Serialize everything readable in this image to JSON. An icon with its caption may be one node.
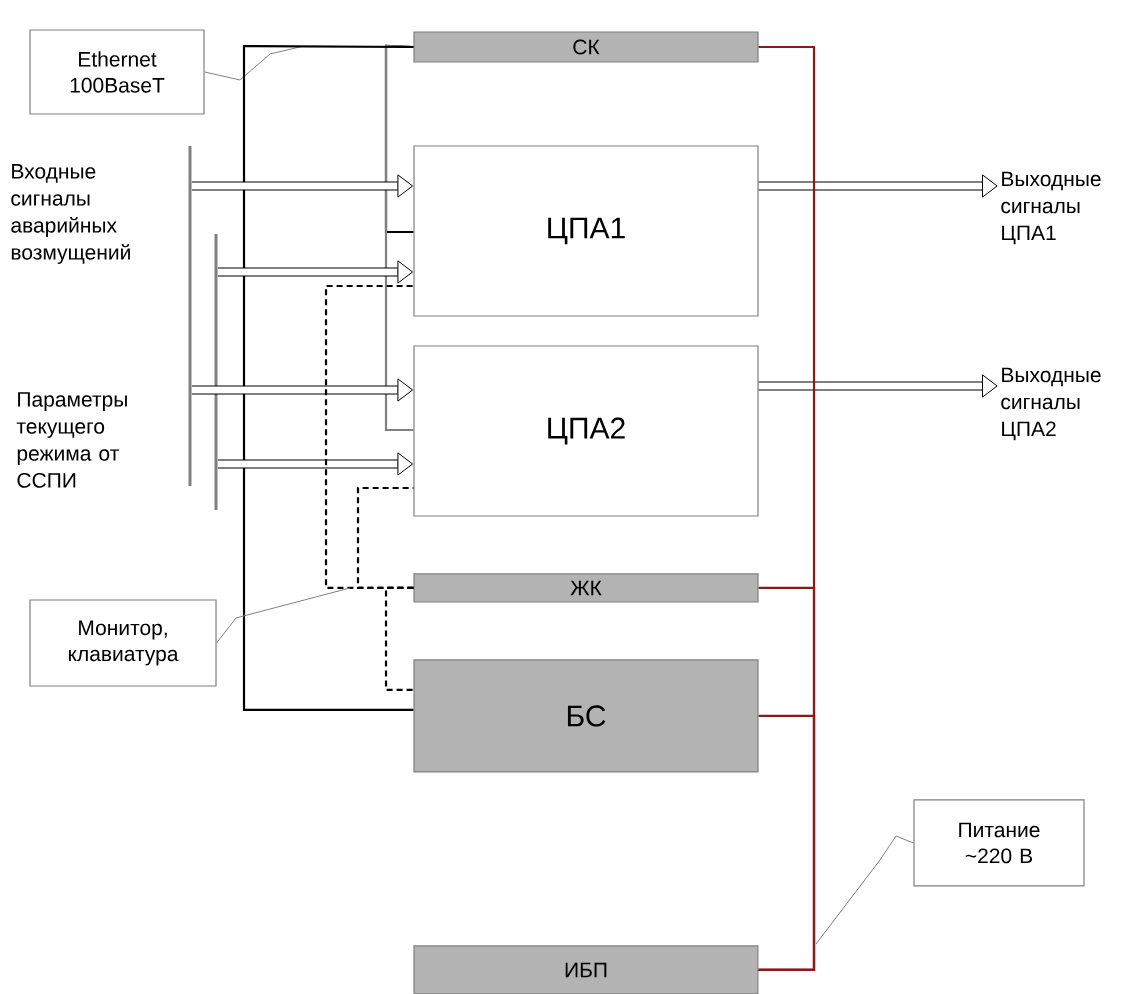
{
  "diagram": {
    "nodes": [
      {
        "text": [
          "Ethernet 100BaseT"
        ]
      },
      {
        "text": [
          "СК"
        ]
      },
      {
        "text": [
          "ЦПА1"
        ]
      },
      {
        "text": [
          "ЦПА2"
        ]
      },
      {
        "text": [
          "ЖК"
        ]
      },
      {
        "text": [
          "БС"
        ]
      },
      {
        "text": [
          "ИБП"
        ]
      },
      {
        "text": [
          "Монитор, клавиатура"
        ]
      },
      {
        "text": [
          "Питание ~220 В"
        ]
      },
      {
        "text": [],
        "shape": "bar"
      },
      {
        "text": [],
        "shape": "bar"
      },
      {
        "text": [
          "Выходные сигналы ЦПА1"
        ]
      },
      {
        "text": [
          "Выходные сигналы ЦПА2"
        ]
      }
    ],
    "edges": [
      {
        "from": 0,
        "to": null,
        "arrow": "none",
        "color": "#808080"
      },
      {
        "from": 1,
        "to": 2,
        "arrow": "none"
      },
      {
        "from": 1,
        "to": 3,
        "arrow": "none",
        "color": "#808080"
      },
      {
        "from": 1,
        "to": 5,
        "arrow": "none"
      },
      {
        "from": 9,
        "to": 2,
        "arrow": "to",
        "style": "thick"
      },
      {
        "from": 9,
        "to": 3,
        "arrow": "to",
        "style": "thick"
      },
      {
        "from": 10,
        "to": 2,
        "arrow": "to",
        "style": "thick"
      },
      {
        "from": 10,
        "to": 3,
        "arrow": "to",
        "style": "thick"
      },
      {
        "from": 2,
        "to": 11,
        "arrow": "to",
        "style": "thick"
      },
      {
        "from": 3,
        "to": 12,
        "arrow": "to",
        "style": "thick"
      },
      {
        "from": 6,
        "to": 1,
        "arrow": "none",
        "color": "#8b1a1a"
      },
      {
        "from": 6,
        "to": 4,
        "arrow": "none",
        "color": "#8b1a1a"
      },
      {
        "from": 6,
        "to": 5,
        "arrow": "none",
        "color": "#8b1a1a"
      },
      {
        "from": 8,
        "to": null,
        "arrow": "none",
        "color": "#808080"
      },
      {
        "from": 4,
        "to": 2,
        "arrow": "none",
        "style": "dashed"
      },
      {
        "from": 4,
        "to": 3,
        "arrow": "none",
        "style": "dashed"
      },
      {
        "from": 4,
        "to": 5,
        "arrow": "none",
        "style": "dashed"
      },
      {
        "from": 7,
        "to": null,
        "arrow": "none",
        "color": "#808080"
      }
    ],
    "labels": [
      "Входные сигналы аварийных возмущений",
      "Параметры текущего режима от ССПИ"
    ]
  }
}
